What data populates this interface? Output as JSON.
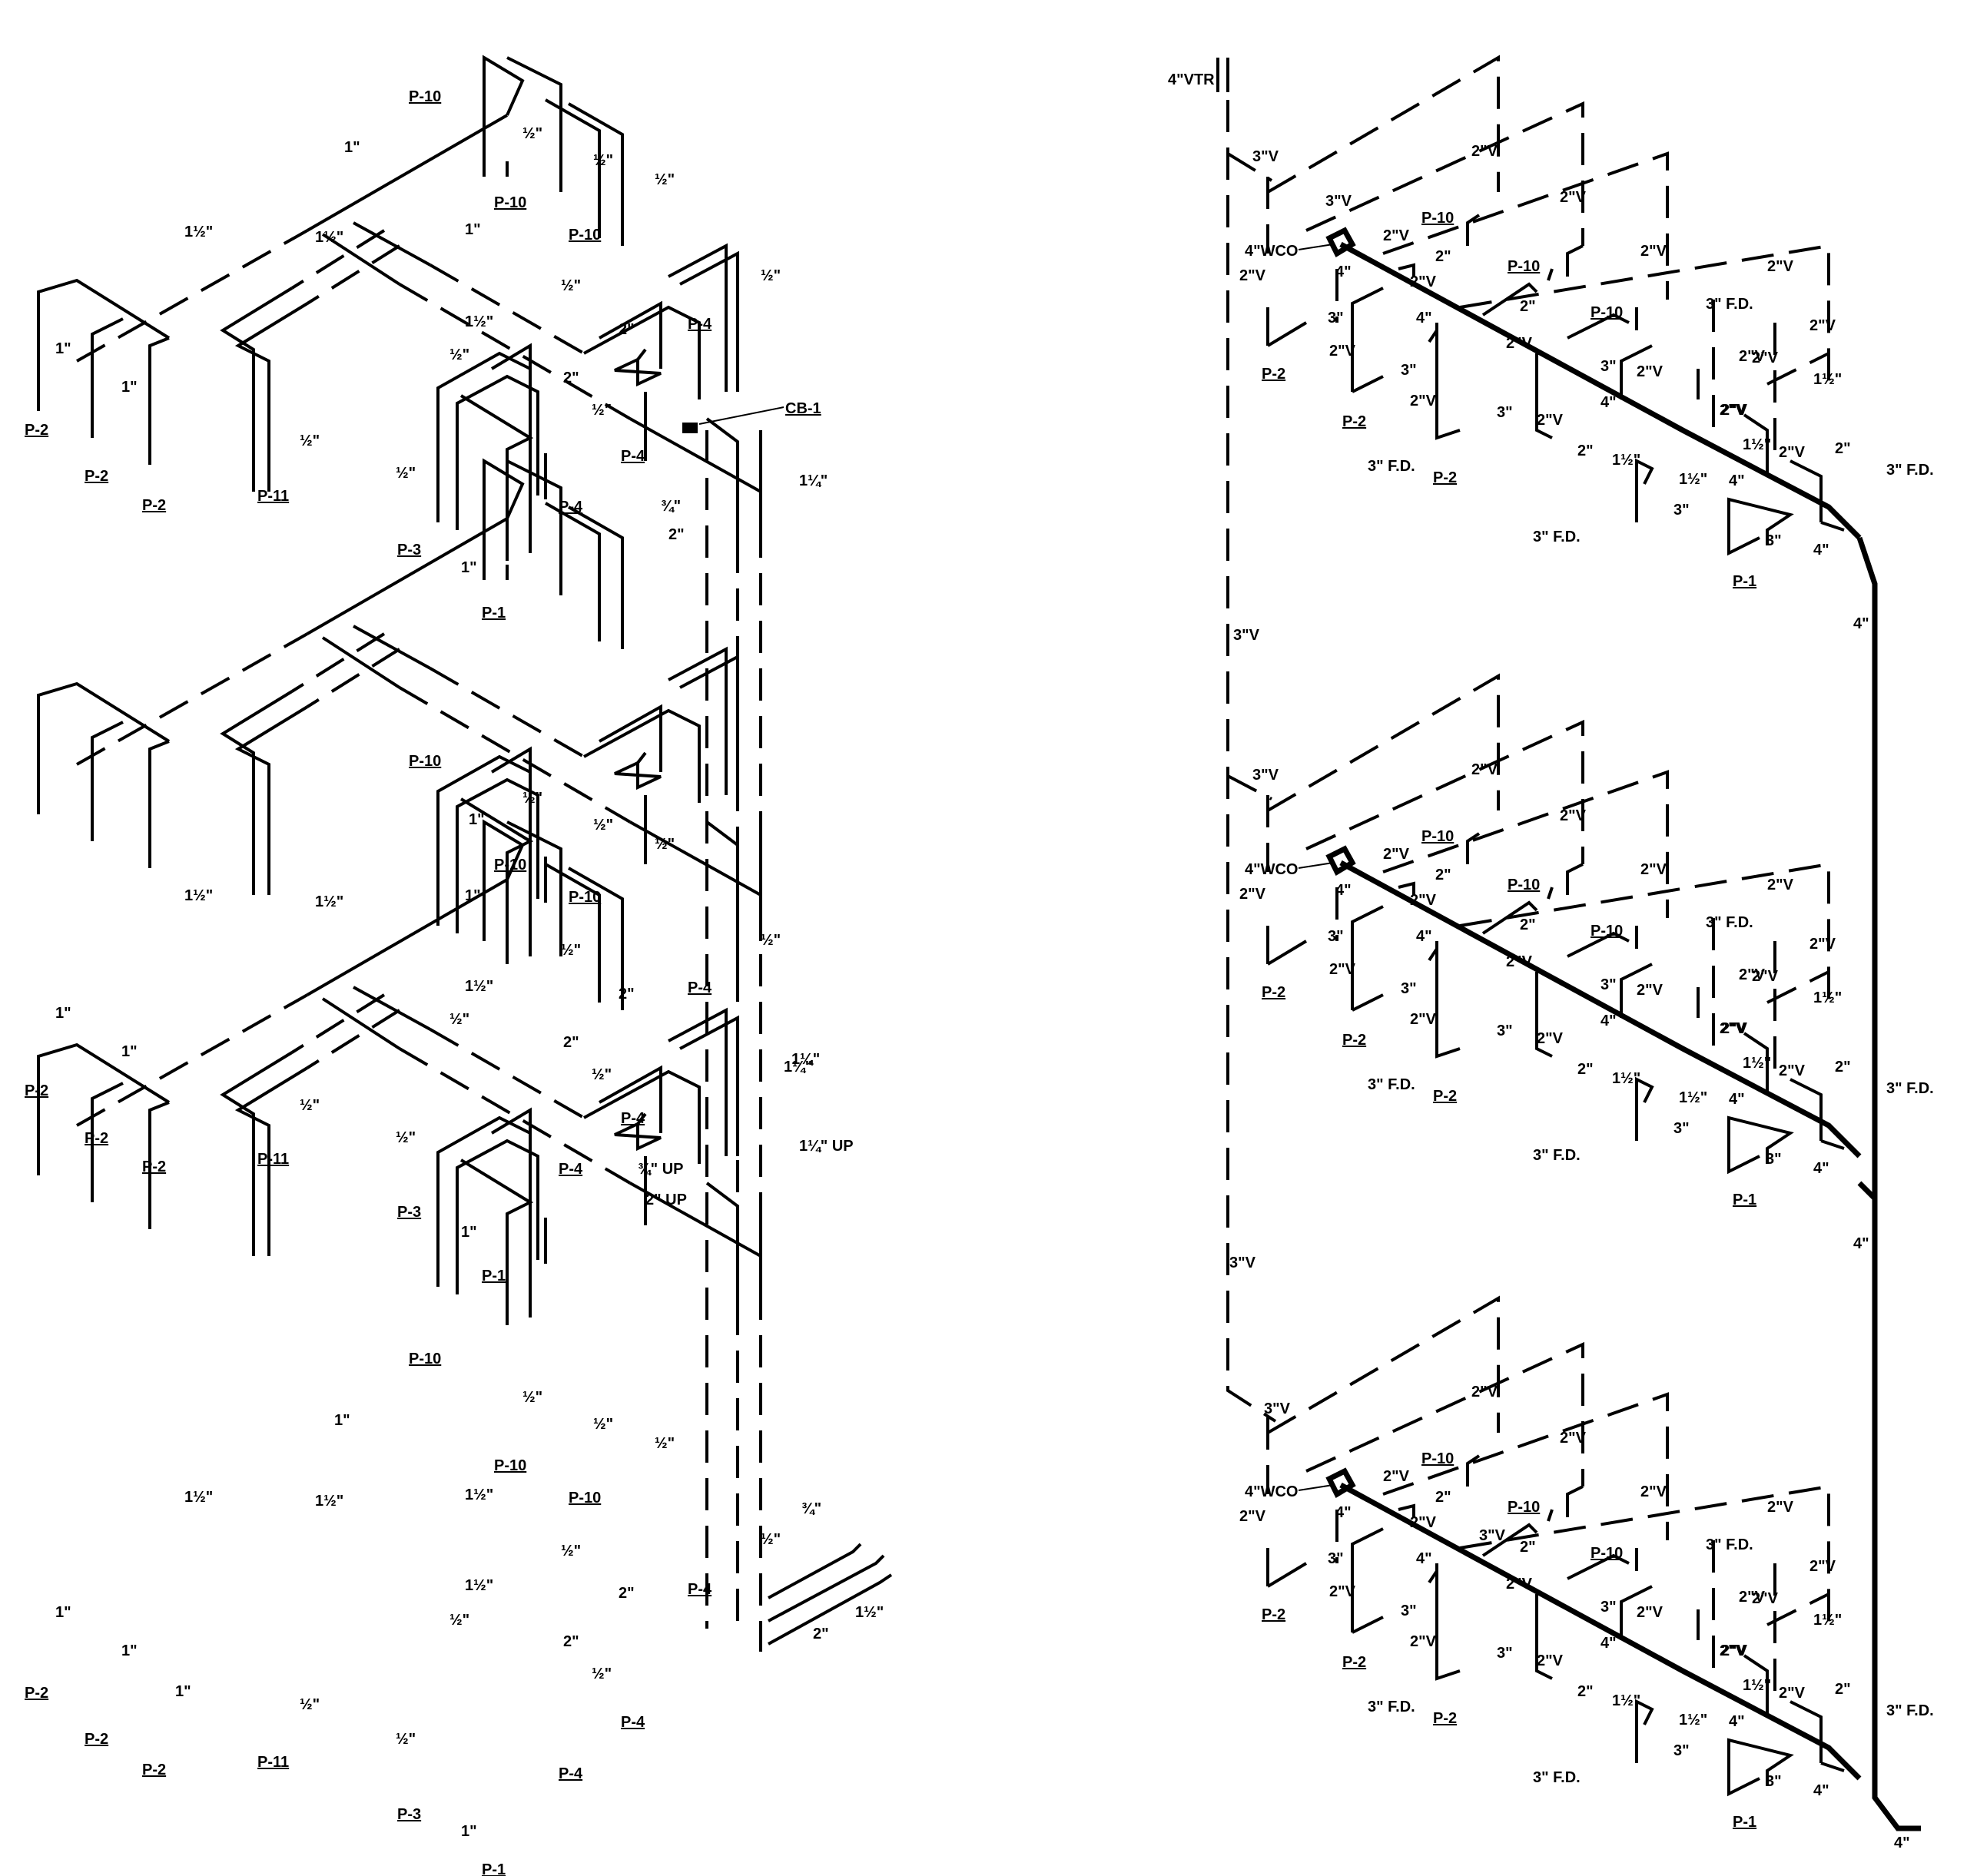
{
  "colors": {
    "line": "#000000",
    "background": "#ffffff"
  },
  "water_riser_diagram": {
    "floors": [
      {
        "fixtures": {
          "p10_top": "P-10",
          "p10_a": "P-10",
          "p10_b": "P-10",
          "p2_a": "P-2",
          "p2_b": "P-2",
          "p2_c": "P-2",
          "p11": "P-11",
          "p3": "P-3",
          "p4_a": "P-4",
          "p4_b": "P-4",
          "p4_c": "P-4",
          "p1": "P-1",
          "cb1": "CB-1"
        },
        "sizes": {
          "one_a": "1\"",
          "one_b": "1\"",
          "one_c": "1\"",
          "one_d": "1\"",
          "one_e": "1\"",
          "one_half_a": "1½\"",
          "one_half_b": "1½\"",
          "one_half_c": "1½\"",
          "half_a": "½\"",
          "half_b": "½\"",
          "half_c": "½\"",
          "half_d": "½\"",
          "half_e": "½\"",
          "half_f": "½\"",
          "half_g": "½\"",
          "half_h": "½\"",
          "half_i": "½\"",
          "three_q": "¾\"",
          "two_a": "2\"",
          "two_b": "2\"",
          "two_c": "2\"",
          "one_q_a": "1¼\"",
          "one_q_b": "1¼\""
        }
      },
      {
        "fixtures": {
          "p10_top": "P-10",
          "p10_a": "P-10",
          "p10_b": "P-10",
          "p2_a": "P-2",
          "p2_b": "P-2",
          "p2_c": "P-2",
          "p11": "P-11",
          "p3": "P-3",
          "p4_a": "P-4",
          "p4_b": "P-4",
          "p4_c": "P-4",
          "p1": "P-1"
        },
        "sizes": {
          "one_a": "1\"",
          "one_b": "1\"",
          "one_c": "1\"",
          "one_d": "1\"",
          "one_e": "1\"",
          "one_half_a": "1½\"",
          "one_half_b": "1½\"",
          "one_half_c": "1½\"",
          "half_a": "½\"",
          "half_b": "½\"",
          "half_c": "½\"",
          "half_d": "½\"",
          "half_e": "½\"",
          "half_f": "½\"",
          "half_g": "½\"",
          "half_h": "½\"",
          "half_i": "½\"",
          "two_a": "2\"",
          "two_b": "2\"",
          "one_q_a": "1¼\"",
          "three_q_up": "¾\" UP",
          "two_up": "2\" UP",
          "one_q_up": "1¼\" UP"
        }
      },
      {
        "fixtures": {
          "p10_top": "P-10",
          "p10_a": "P-10",
          "p10_b": "P-10",
          "p2_a": "P-2",
          "p2_b": "P-2",
          "p2_c": "P-2",
          "p11": "P-11",
          "p3": "P-3",
          "p4_a": "P-4",
          "p4_b": "P-4",
          "p4_c": "P-4",
          "p1": "P-1"
        },
        "sizes": {
          "one_a": "1\"",
          "one_b": "1\"",
          "one_c": "1\"",
          "one_d": "1\"",
          "one_e": "1\"",
          "one_half_a": "1½\"",
          "one_half_b": "1½\"",
          "one_half_c": "1½\"",
          "one_half_d": "1½\"",
          "half_a": "½\"",
          "half_b": "½\"",
          "half_c": "½\"",
          "half_d": "½\"",
          "half_e": "½\"",
          "half_f": "½\"",
          "half_g": "½\"",
          "half_h": "½\"",
          "half_i": "½\"",
          "two_a": "2\"",
          "two_b": "2\"",
          "two_c": "2\"",
          "three_q_main": "¾\"",
          "one_half_main": "1½\""
        }
      }
    ]
  },
  "dwv_riser_diagram": {
    "vtr": "4\"VTR",
    "stack_labels": {
      "v3_upper": "3\"V",
      "v3_lower": "3\"V",
      "main_4_a": "4\"",
      "main_4_b": "4\"",
      "main_4_end": "4\""
    },
    "floors": [
      {
        "fixtures": {
          "p10_a": "P-10",
          "p10_b": "P-10",
          "p10_c": "P-10",
          "p2_a": "P-2",
          "p2_b": "P-2",
          "p2_c": "P-2",
          "p1": "P-1"
        },
        "sizes": {
          "v3_a": "3\"V",
          "v3_b": "3\"V",
          "wco": "4\"WCO",
          "four_a": "4\"",
          "four_b": "4\"",
          "four_c": "4\"",
          "four_d": "4\"",
          "four_e": "4\"",
          "three_a": "3\"",
          "three_b": "3\"",
          "three_c": "3\"",
          "three_d": "3\"",
          "three_e": "3\"",
          "three_f": "3\"",
          "two_a": "2\"",
          "two_b": "2\"",
          "two_c": "2\"",
          "two_d": "2\"",
          "one_half_a": "1½\"",
          "one_half_b": "1½\"",
          "one_half_c": "1½\"",
          "one_half_d": "1½\"",
          "v2_a": "2\"V",
          "v2_b": "2\"V",
          "v2_c": "2\"V",
          "v2_d": "2\"V",
          "v2_e": "2\"V",
          "v2_f": "2\"V",
          "v2_g": "2\"V",
          "v2_h": "2\"V",
          "v2_i": "2\"V",
          "v2_j": "2\"V",
          "v2_k": "2\"V",
          "v2_l": "2\"V",
          "v2_m": "2\"V",
          "v2_n": "2\"V",
          "v2_o": "2\"V",
          "v2_p": "2\"V",
          "v2_q": "2\"V",
          "v2_r": "2\"V",
          "fd_a": "3\" F.D.",
          "fd_b": "3\" F.D.",
          "fd_c": "3\" F.D.",
          "fd_d": "3\" F.D."
        }
      },
      {
        "fixtures": {
          "p10_a": "P-10",
          "p10_b": "P-10",
          "p10_c": "P-10",
          "p2_a": "P-2",
          "p2_b": "P-2",
          "p2_c": "P-2",
          "p1": "P-1"
        },
        "sizes": {
          "v3_a": "3\"V",
          "wco": "4\"WCO",
          "four_a": "4\"",
          "four_b": "4\"",
          "four_c": "4\"",
          "four_d": "4\"",
          "four_e": "4\"",
          "three_a": "3\"",
          "three_b": "3\"",
          "three_c": "3\"",
          "three_d": "3\"",
          "three_e": "3\"",
          "three_f": "3\"",
          "two_a": "2\"",
          "two_b": "2\"",
          "two_c": "2\"",
          "two_d": "2\"",
          "one_half_a": "1½\"",
          "one_half_b": "1½\"",
          "one_half_c": "1½\"",
          "one_half_d": "1½\"",
          "v2_a": "2\"V",
          "v2_b": "2\"V",
          "v2_c": "2\"V",
          "v2_d": "2\"V",
          "v2_e": "2\"V",
          "v2_f": "2\"V",
          "v2_g": "2\"V",
          "v2_h": "2\"V",
          "v2_i": "2\"V",
          "v2_j": "2\"V",
          "v2_k": "2\"V",
          "v2_l": "2\"V",
          "v2_m": "2\"V",
          "v2_n": "2\"V",
          "v2_o": "2\"V",
          "v2_p": "2\"V",
          "v2_q": "2\"V",
          "v2_r": "2\"V",
          "fd_a": "3\" F.D.",
          "fd_b": "3\" F.D.",
          "fd_c": "3\" F.D.",
          "fd_d": "3\" F.D."
        }
      },
      {
        "fixtures": {
          "p10_a": "P-10",
          "p10_b": "P-10",
          "p10_c": "P-10",
          "p2_a": "P-2",
          "p2_b": "P-2",
          "p2_c": "P-2",
          "p1": "P-1"
        },
        "sizes": {
          "v3_a": "3\"V",
          "wco": "4\"WCO",
          "four_a": "4\"",
          "four_b": "4\"",
          "four_c": "4\"",
          "four_d": "4\"",
          "four_e": "4\"",
          "three_a": "3\"",
          "three_b": "3\"",
          "three_c": "3\"",
          "three_d": "3\"",
          "three_e": "3\"",
          "three_f": "3\"",
          "two_a": "2\"",
          "two_b": "2\"",
          "two_c": "2\"",
          "two_d": "2\"",
          "one_half_a": "1½\"",
          "one_half_b": "1½\"",
          "one_half_c": "1½\"",
          "one_half_d": "1½\"",
          "v2_a": "2\"V",
          "v2_b": "2\"V",
          "v2_c": "2\"V",
          "v2_d": "2\"V",
          "v2_e": "2\"V",
          "v2_f": "2\"V",
          "v2_g": "2\"V",
          "v2_h": "2\"V",
          "v2_i": "2\"V",
          "v2_j": "2\"V",
          "v2_k": "2\"V",
          "v2_l": "2\"V",
          "v2_m": "2\"V",
          "v2_n": "2\"V",
          "v2_o": "2\"V",
          "v2_p": "2\"V",
          "v2_q": "2\"V",
          "v2_r": "2\"V",
          "fd_a": "3\" F.D.",
          "fd_b": "3\" F.D.",
          "fd_c": "3\" F.D.",
          "fd_d": "3\" F.D.",
          "v3_c": "3\"V"
        }
      }
    ]
  }
}
